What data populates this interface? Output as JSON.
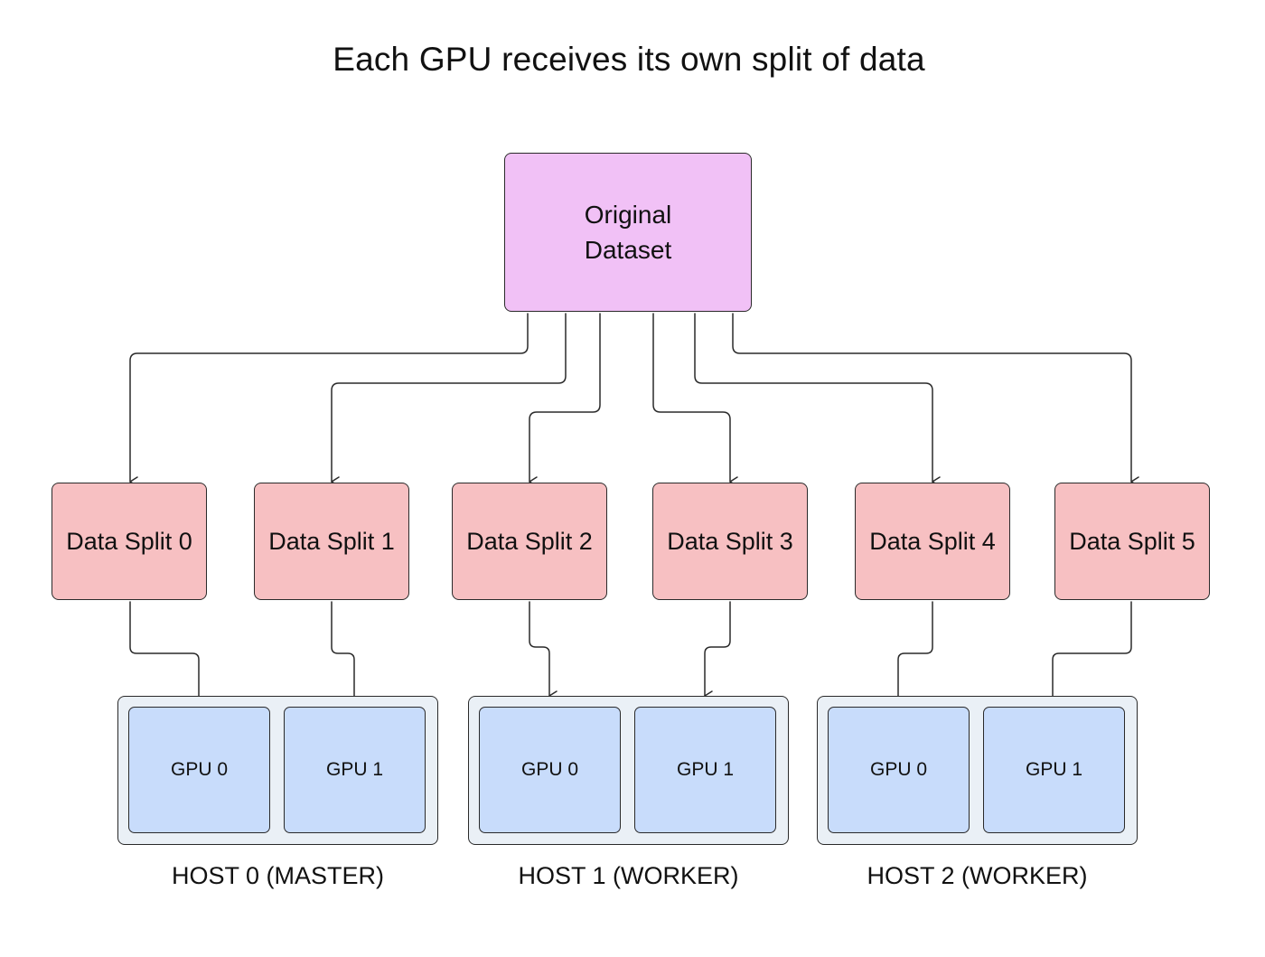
{
  "title": "Each GPU receives its own split of data",
  "source": {
    "line1": "Original",
    "line2": "Dataset"
  },
  "splits": [
    {
      "label": "Data Split 0"
    },
    {
      "label": "Data Split 1"
    },
    {
      "label": "Data Split 2"
    },
    {
      "label": "Data Split 3"
    },
    {
      "label": "Data Split 4"
    },
    {
      "label": "Data Split 5"
    }
  ],
  "hosts": [
    {
      "label": "HOST 0 (MASTER)",
      "gpus": [
        "GPU 0",
        "GPU 1"
      ]
    },
    {
      "label": "HOST 1 (WORKER)",
      "gpus": [
        "GPU 0",
        "GPU 1"
      ]
    },
    {
      "label": "HOST 2 (WORKER)",
      "gpus": [
        "GPU 0",
        "GPU 1"
      ]
    }
  ],
  "colors": {
    "source_fill": "#f1c1f6",
    "split_fill": "#f7c0c2",
    "host_fill": "#eaf0f6",
    "gpu_fill": "#c8dcfb",
    "stroke": "#2a2a2a"
  }
}
